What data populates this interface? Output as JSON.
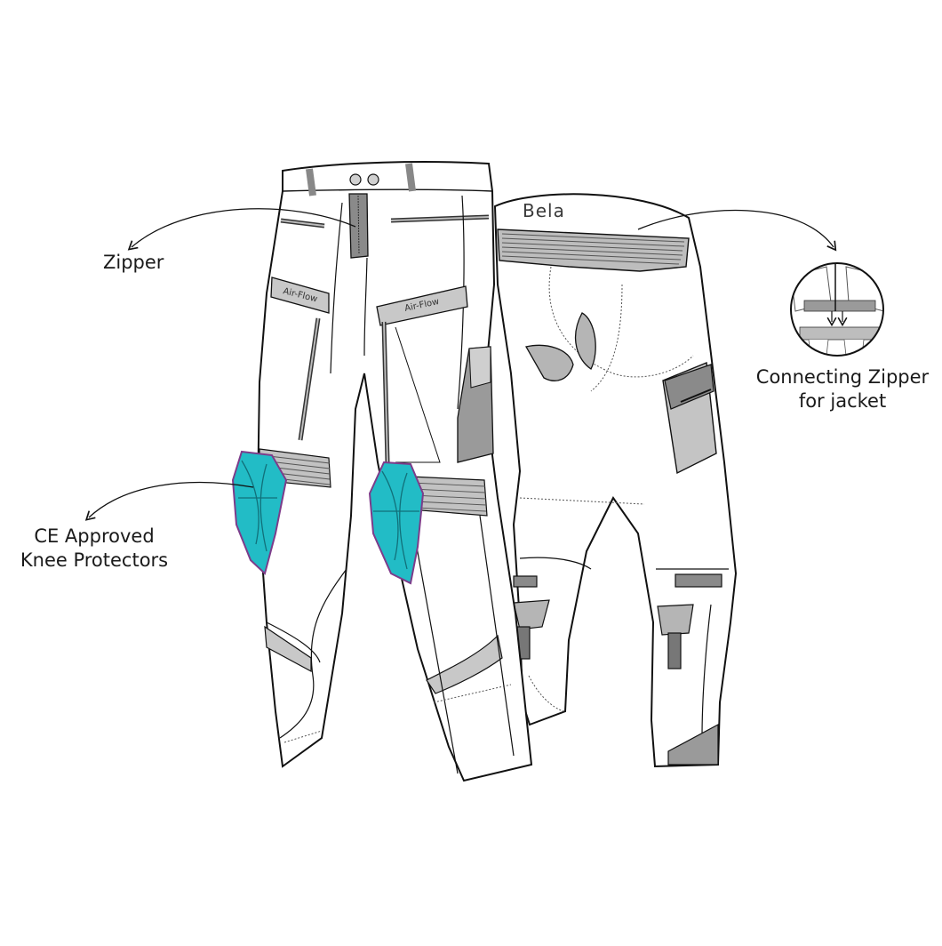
{
  "brand": {
    "logo_text": "Bela"
  },
  "callouts": {
    "zipper": "Zipper",
    "knee_line1": "CE Approved",
    "knee_line2": "Knee Protectors",
    "connect_line1": "Connecting Zipper",
    "connect_line2": "for jacket"
  },
  "tags": {
    "airflow": "Air-Flow"
  },
  "colors": {
    "outline": "#111111",
    "fabric": "#ffffff",
    "panel_gray": "#c8c8c8",
    "dark_gray": "#7a7a7a",
    "knee_protector": "#22bcc6",
    "knee_edge": "#7d3c8a"
  }
}
